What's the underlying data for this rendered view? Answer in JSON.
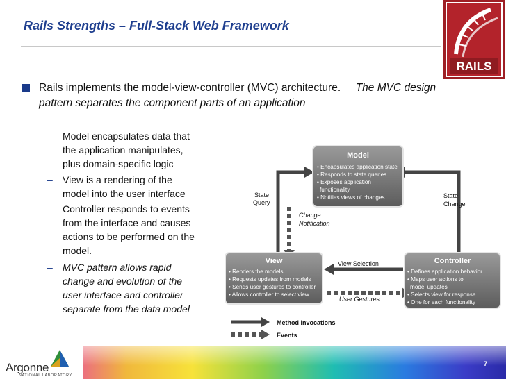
{
  "slide": {
    "title": "Rails Strengths – Full-Stack Web Framework",
    "logo_text": "RAILS",
    "bullet_main_a": "Rails implements the model-view-controller (MVC) architecture.",
    "bullet_main_b": "The MVC design pattern separates the component parts of an application",
    "sub_bullets": [
      {
        "lines": [
          "Model encapsulates data that",
          "the application manipulates,",
          "plus domain-specific logic"
        ],
        "italic": false
      },
      {
        "lines": [
          "View is a rendering of the",
          "model into the user interface"
        ],
        "italic": false
      },
      {
        "lines": [
          "Controller responds to events",
          "from the interface and causes",
          "actions to be performed on the",
          "model."
        ],
        "italic": false
      },
      {
        "lines": [
          "MVC pattern allows rapid",
          "change and evolution of the",
          "user interface and controller",
          "separate from the data model"
        ],
        "italic": true
      }
    ],
    "page_number": "7"
  },
  "diagram": {
    "model": {
      "title": "Model",
      "items": [
        "• Encapsulates application state",
        "• Responds to state queries",
        "• Exposes application",
        "  functionality",
        "• Notifies views of changes"
      ]
    },
    "view": {
      "title": "View",
      "items": [
        "• Renders the models",
        "• Requests updates from models",
        "• Sends user gestures to controller",
        "• Allows controller to select view"
      ]
    },
    "controller": {
      "title": "Controller",
      "items": [
        "• Defines application behavior",
        "• Maps user actions to",
        "  model updates",
        "• Selects view for response",
        "• One for each functionality"
      ]
    },
    "labels": {
      "state_query_1": "State",
      "state_query_2": "Query",
      "change_notification_1": "Change",
      "change_notification_2": "Notification",
      "state_change_1": "State",
      "state_change_2": "Change",
      "view_selection": "View Selection",
      "user_gestures": "User Gestures"
    },
    "legend": {
      "method": "Method Invocations",
      "events": "Events"
    }
  },
  "footer": {
    "org": "Argonne",
    "sub": "NATIONAL LABORATORY"
  },
  "colors": {
    "title": "#1f3f8f",
    "bullet": "#1a3a8a",
    "box_dark": "#5a5a5a",
    "box_light": "#8a8a8a",
    "logo_red": "#b3232b"
  }
}
